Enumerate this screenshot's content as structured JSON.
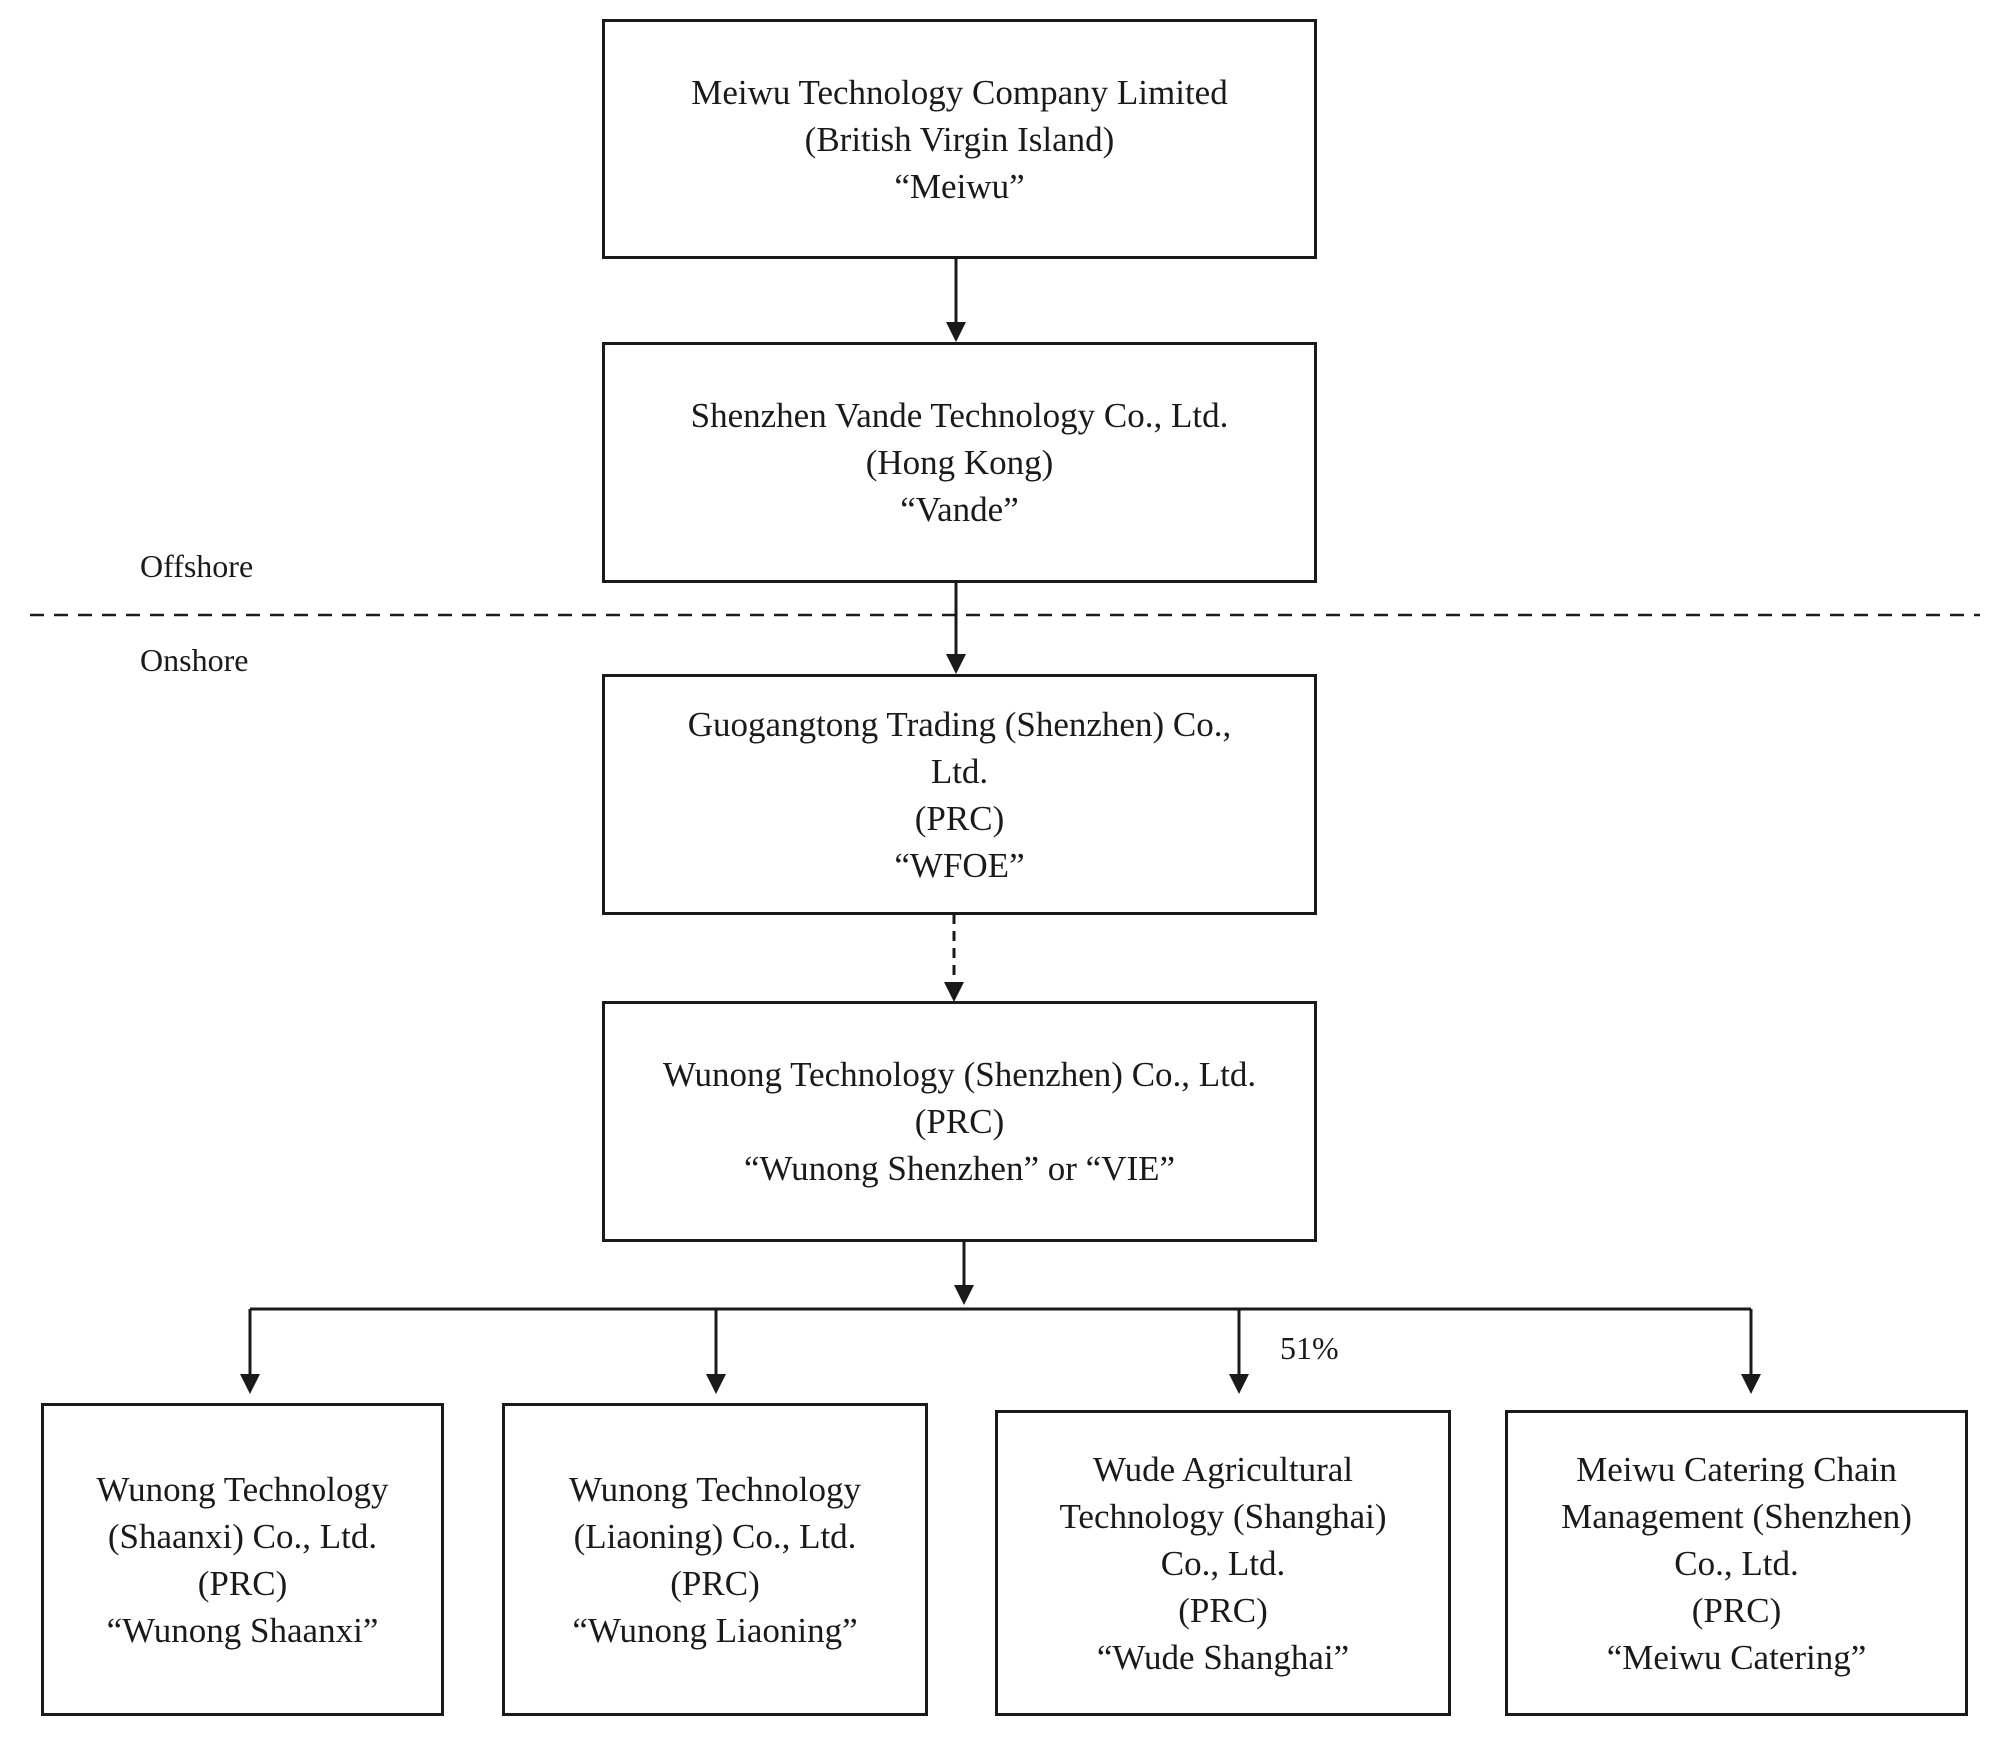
{
  "zones": {
    "offshore": "Offshore",
    "onshore": "Onshore"
  },
  "entities": {
    "meiwu": {
      "name": "Meiwu Technology Company Limited",
      "jurisdiction": "(British Virgin Island)",
      "alias": "“Meiwu”"
    },
    "vande": {
      "name": "Shenzhen Vande Technology Co., Ltd.",
      "jurisdiction": "(Hong Kong)",
      "alias": "“Vande”"
    },
    "wfoe": {
      "name_line1": "Guogangtong Trading (Shenzhen) Co.,",
      "name_line2": "Ltd.",
      "jurisdiction": "(PRC)",
      "alias": "“WFOE”"
    },
    "vie": {
      "name": "Wunong Technology (Shenzhen) Co., Ltd.",
      "jurisdiction": "(PRC)",
      "alias": "“Wunong Shenzhen” or “VIE”"
    },
    "shaanxi": {
      "name_line1": "Wunong Technology",
      "name_line2": "(Shaanxi) Co., Ltd.",
      "jurisdiction": "(PRC)",
      "alias": "“Wunong Shaanxi”"
    },
    "liaoning": {
      "name_line1": "Wunong Technology",
      "name_line2": "(Liaoning) Co., Ltd.",
      "jurisdiction": "(PRC)",
      "alias": "“Wunong Liaoning”"
    },
    "wude": {
      "name_line1": "Wude Agricultural",
      "name_line2": "Technology (Shanghai)",
      "name_line3": "Co., Ltd.",
      "jurisdiction": "(PRC)",
      "alias": "“Wude Shanghai”"
    },
    "catering": {
      "name_line1": "Meiwu Catering Chain",
      "name_line2": "Management (Shenzhen)",
      "name_line3": "Co., Ltd.",
      "jurisdiction": "(PRC)",
      "alias": "“Meiwu Catering”"
    }
  },
  "ownership": {
    "wude_share": "51%"
  }
}
